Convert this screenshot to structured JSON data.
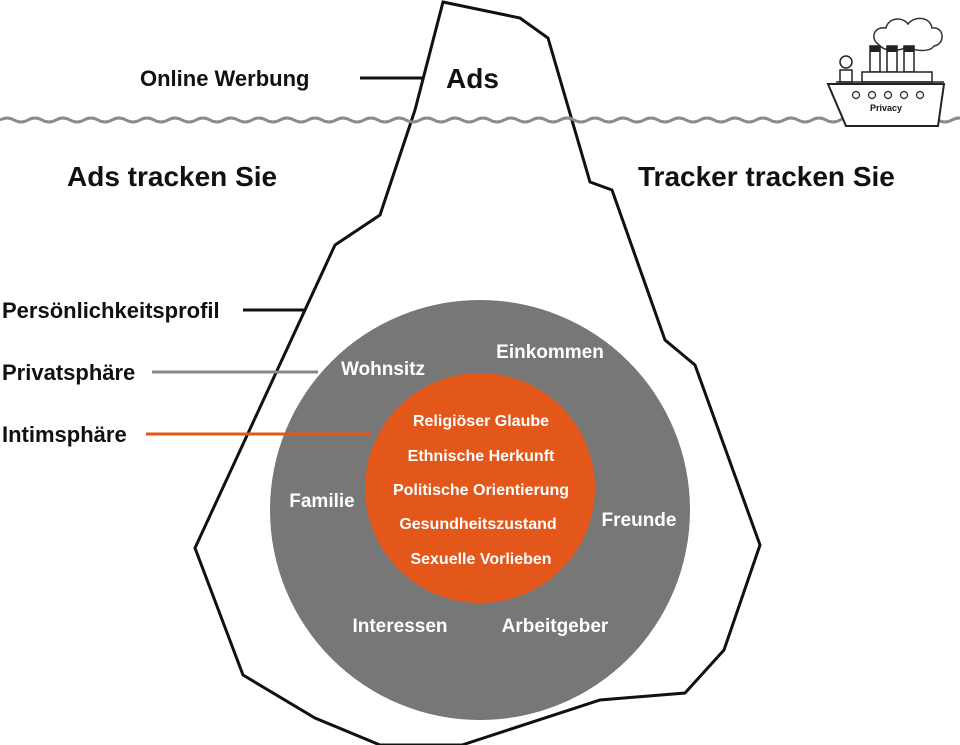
{
  "top": {
    "label_online": "Online Werbung",
    "label_ads": "Ads",
    "ship_label": "Privacy"
  },
  "middle": {
    "left_heading": "Ads tracken Sie",
    "right_heading": "Tracker tracken Sie"
  },
  "layers": {
    "persoenlichkeitsprofil": "Persönlichkeitsprofil",
    "privatsphaere": "Privatsphäre",
    "intimsphaere": "Intimsphäre"
  },
  "private_items": {
    "wohnsitz": "Wohnsitz",
    "einkommen": "Einkommen",
    "familie": "Familie",
    "freunde": "Freunde",
    "interessen": "Interessen",
    "arbeitgeber": "Arbeitgeber"
  },
  "intimate_items": [
    "Religiöser Glaube",
    "Ethnische Herkunft",
    "Politische Orientierung",
    "Gesundheitszustand",
    "Sexuelle Vorlieben"
  ],
  "colors": {
    "outline": "#111111",
    "water": "#8a8a8a",
    "private_circle": "#777777",
    "intimate_circle": "#e4571a",
    "privat_line": "#888888",
    "intim_line": "#e4571a"
  }
}
